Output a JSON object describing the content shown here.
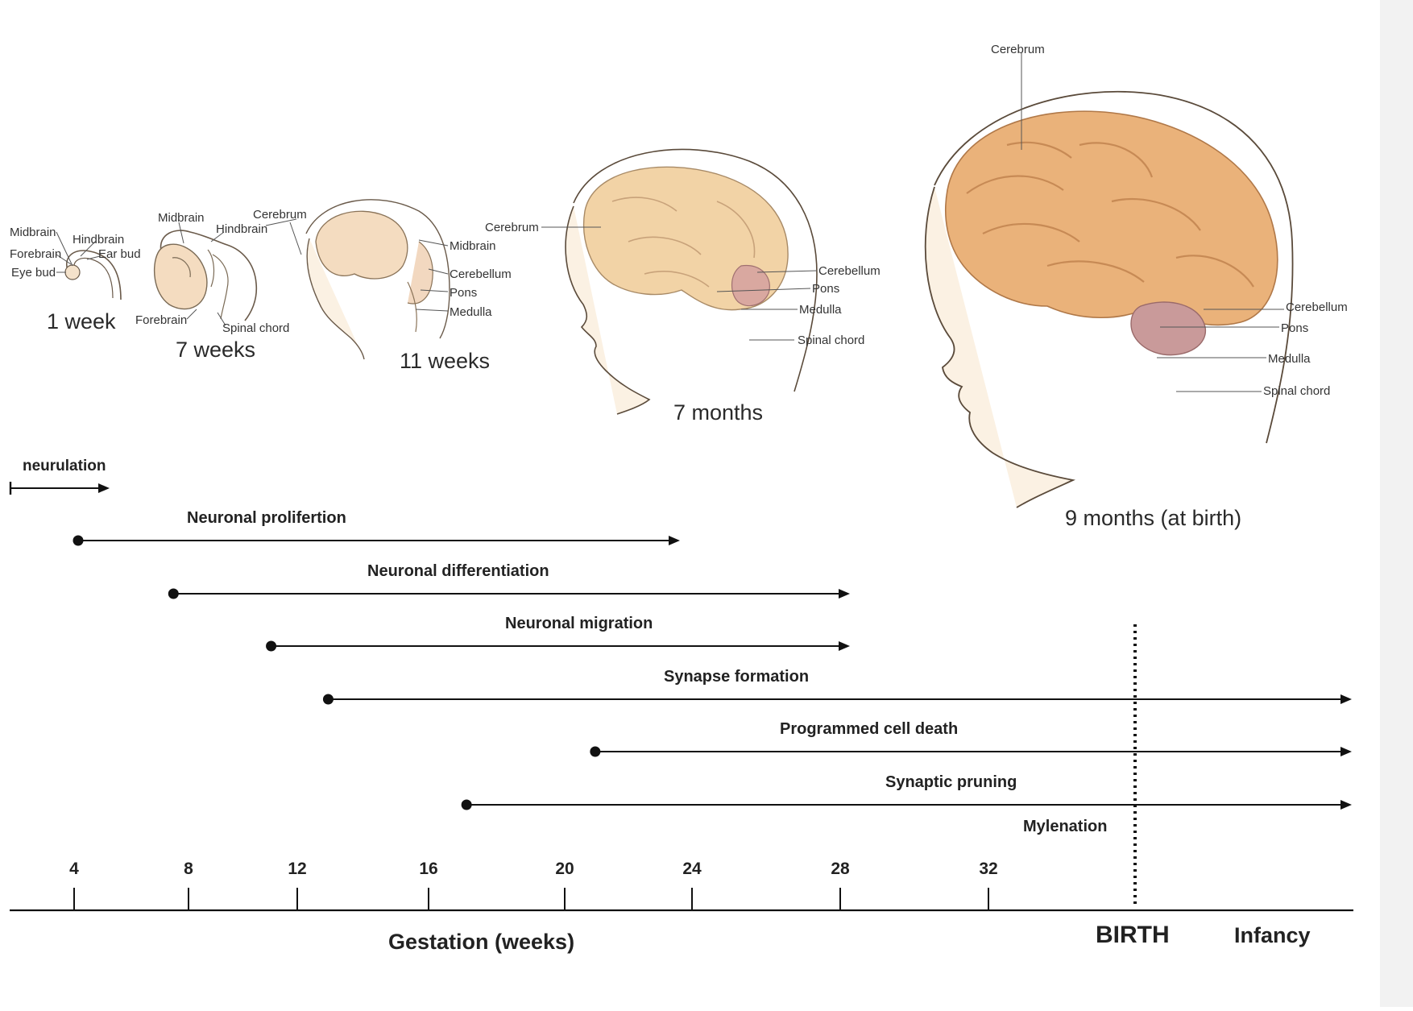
{
  "colors": {
    "line": "#111111",
    "head_outline": "#5a4a3a",
    "brain_fill": "#f2d3a6",
    "brain_fill_mature": "#e9a86a",
    "cerebellum": "#c99a9a",
    "skin": "#fbf1e3"
  },
  "stages": [
    {
      "caption": "1 week",
      "labels": [
        "Midbrain",
        "Hindbrain",
        "Forebrain",
        "Ear bud",
        "Eye bud"
      ]
    },
    {
      "caption": "7 weeks",
      "labels": [
        "Midbrain",
        "Cerebrum",
        "Hindbrain",
        "Forebrain",
        "Spinal chord"
      ]
    },
    {
      "caption": "11 weeks",
      "labels": [
        "Midbrain",
        "Cerebellum",
        "Pons",
        "Medulla"
      ]
    },
    {
      "caption": "7 months",
      "labels": [
        "Cerebrum",
        "Cerebellum",
        "Pons",
        "Medulla",
        "Spinal chord"
      ]
    },
    {
      "caption": "9 months (at birth)",
      "labels": [
        "Cerebrum",
        "Cerebellum",
        "Pons",
        "Medulla",
        "Spinal chord"
      ]
    }
  ],
  "processes": [
    {
      "label": "neurulation",
      "start": 1,
      "end": 4.5,
      "start_marker": "bar",
      "arrow": true
    },
    {
      "label": "Neuronal prolifertion",
      "start": 4,
      "end": 24,
      "start_marker": "dot",
      "arrow": true
    },
    {
      "label": "Neuronal differentiation",
      "start": 7,
      "end": 28,
      "start_marker": "dot",
      "arrow": true
    },
    {
      "label": "Neuronal migration",
      "start": 10,
      "end": 28,
      "start_marker": "dot",
      "arrow": true
    },
    {
      "label": "Synapse formation",
      "start": 12,
      "end": "infancy",
      "start_marker": "dot",
      "arrow": true
    },
    {
      "label": "Programmed cell death",
      "start": 20,
      "end": "infancy",
      "start_marker": "dot",
      "arrow": true
    },
    {
      "label": "Synaptic pruning",
      "start": 16,
      "end": "infancy",
      "start_marker": "dot",
      "arrow": true
    },
    {
      "label": "Mylenation",
      "start": null,
      "end": null,
      "start_marker": "none",
      "arrow": false
    }
  ],
  "axis": {
    "ticks": [
      4,
      8,
      12,
      16,
      20,
      24,
      28,
      32
    ],
    "title": "Gestation (weeks)",
    "birth_label": "BIRTH",
    "infancy_label": "Infancy"
  }
}
